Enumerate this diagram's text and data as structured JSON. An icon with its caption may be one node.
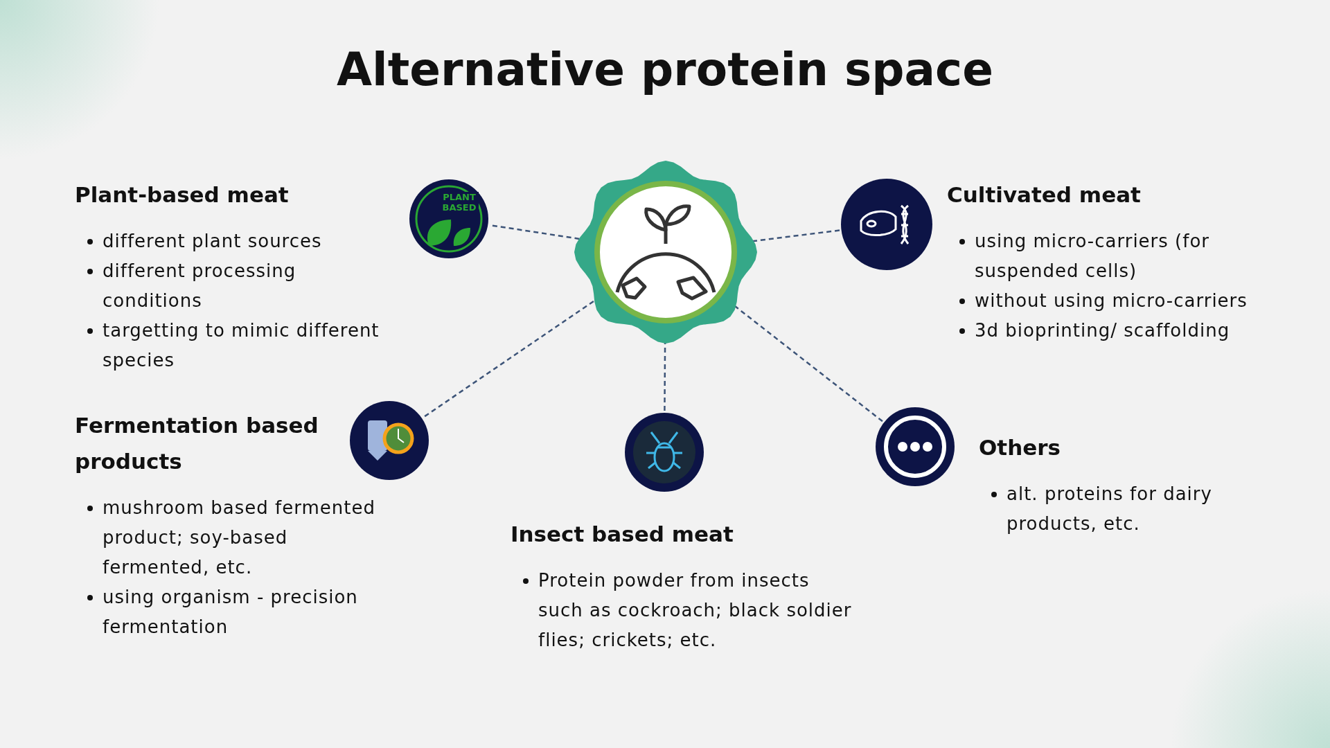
{
  "diagram": {
    "title": "Alternative protein space",
    "nodes": [
      {
        "text": [],
        "shape": "picture"
      },
      {
        "text": [
          "PLANT BASED"
        ],
        "beside": [
          "Plant-based meat",
          "different plant sources",
          "different processing conditions",
          "targetting to mimic different species"
        ]
      },
      {
        "text": [],
        "shape": "picture",
        "beside": [
          "Cultivated meat",
          "using micro-carriers (for suspended cells)",
          "without using micro-carriers",
          "3d bioprinting/ scaffolding"
        ]
      },
      {
        "text": [],
        "shape": "picture",
        "beside": [
          "Fermentation based products",
          "mushroom based fermented product; soy-based fermented, etc.",
          "using organism - precision fermentation"
        ]
      },
      {
        "text": [],
        "shape": "picture",
        "beside": [
          "Insect based meat",
          "Protein powder from insects such as cockroach; black soldier flies; crickets; etc."
        ]
      },
      {
        "text": [],
        "shape": "picture",
        "beside": [
          "Others",
          "alt. proteins for dairy products, etc."
        ]
      }
    ],
    "edges": [
      {
        "from": 0,
        "to": 1,
        "arrow": "none",
        "style": "dashed"
      },
      {
        "from": 0,
        "to": 2,
        "arrow": "none",
        "style": "dashed"
      },
      {
        "from": 0,
        "to": 3,
        "arrow": "none",
        "style": "dashed"
      },
      {
        "from": 0,
        "to": 4,
        "arrow": "none",
        "style": "dashed"
      },
      {
        "from": 0,
        "to": 5,
        "arrow": "none",
        "style": "dashed"
      }
    ]
  }
}
